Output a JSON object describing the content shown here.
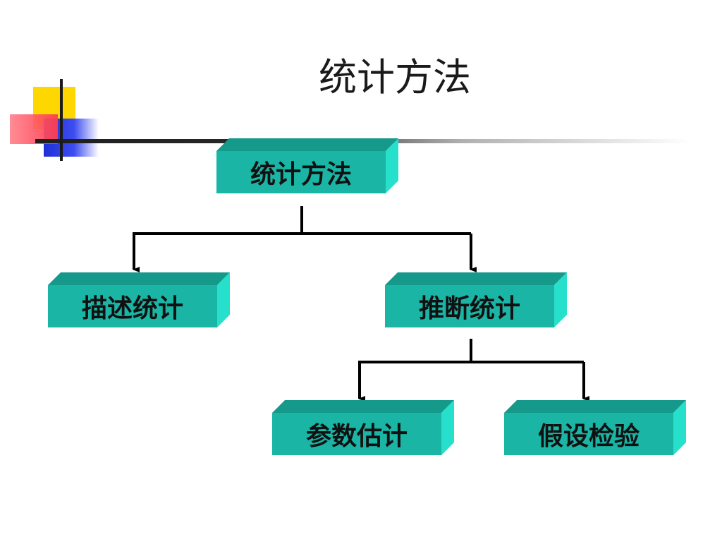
{
  "slide": {
    "title": "统计方法"
  },
  "diagram": {
    "root": "统计方法",
    "level1": [
      "描述统计",
      "推断统计"
    ],
    "level2": [
      "参数估计",
      "假设检验"
    ]
  },
  "colors": {
    "box_front": "#1ab5a5",
    "box_top": "#15998b",
    "box_side": "#26e0cc",
    "connector": "#000000"
  }
}
